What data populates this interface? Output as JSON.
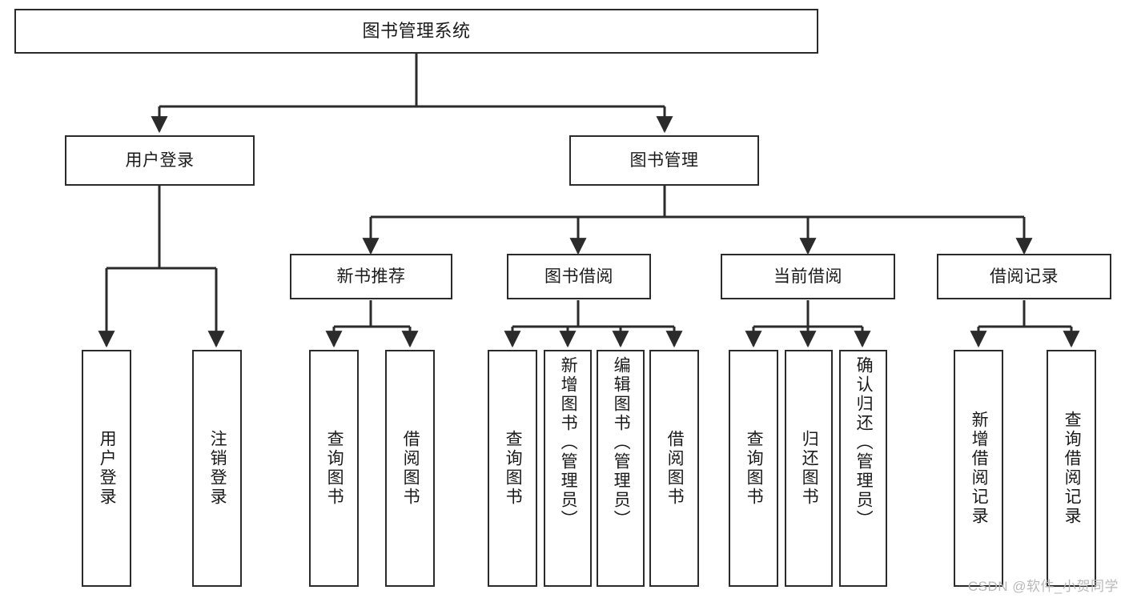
{
  "diagram": {
    "title": "图书管理系统",
    "type": "tree",
    "orientation": "top-down",
    "colors": {
      "node_border": "#2b2b2b",
      "node_fill": "#ffffff",
      "edge": "#2b2b2b",
      "text": "#1a1a1a",
      "watermark": "#b9b9b9",
      "background": "#ffffff"
    },
    "watermark": "CSDN @软件_小贺同学"
  },
  "nodes": {
    "root": {
      "label": "图书管理系统",
      "level": 1
    },
    "level2": [
      {
        "id": "user-login",
        "label": "用户登录",
        "level": 2
      },
      {
        "id": "book-manage",
        "label": "图书管理",
        "level": 2
      }
    ],
    "level3": [
      {
        "id": "new-book-recommend",
        "label": "新书推荐",
        "level": 3,
        "parent": "book-manage"
      },
      {
        "id": "book-borrow",
        "label": "图书借阅",
        "level": 3,
        "parent": "book-manage"
      },
      {
        "id": "current-borrow",
        "label": "当前借阅",
        "level": 3,
        "parent": "book-manage"
      },
      {
        "id": "borrow-record",
        "label": "借阅记录",
        "level": 3,
        "parent": "book-manage"
      }
    ],
    "leaves": [
      {
        "id": "leaf-user-login",
        "label": "用户登录",
        "parent": "user-login",
        "orientation": "vertical",
        "align": "center"
      },
      {
        "id": "leaf-logout",
        "label": "注销登录",
        "parent": "user-login",
        "orientation": "vertical",
        "align": "center"
      },
      {
        "id": "leaf-query-book-1",
        "label": "查询图书",
        "parent": "new-book-recommend",
        "orientation": "vertical",
        "align": "center"
      },
      {
        "id": "leaf-borrow-book-1",
        "label": "借阅图书",
        "parent": "new-book-recommend",
        "orientation": "vertical",
        "align": "center"
      },
      {
        "id": "leaf-query-book-2",
        "label": "查询图书",
        "parent": "book-borrow",
        "orientation": "vertical",
        "align": "center"
      },
      {
        "id": "leaf-add-book",
        "label": "新增图书（管理员）",
        "parent": "book-borrow",
        "orientation": "vertical",
        "align": "top"
      },
      {
        "id": "leaf-edit-book",
        "label": "编辑图书（管理员）",
        "parent": "book-borrow",
        "orientation": "vertical",
        "align": "top"
      },
      {
        "id": "leaf-borrow-book-2",
        "label": "借阅图书",
        "parent": "book-borrow",
        "orientation": "vertical",
        "align": "center"
      },
      {
        "id": "leaf-query-book-3",
        "label": "查询图书",
        "parent": "current-borrow",
        "orientation": "vertical",
        "align": "center"
      },
      {
        "id": "leaf-return-book",
        "label": "归还图书",
        "parent": "current-borrow",
        "orientation": "vertical",
        "align": "center"
      },
      {
        "id": "leaf-confirm-return",
        "label": "确认归还（管理员）",
        "parent": "current-borrow",
        "orientation": "vertical",
        "align": "top"
      },
      {
        "id": "leaf-add-record",
        "label": "新增借阅记录",
        "parent": "borrow-record",
        "orientation": "vertical",
        "align": "center"
      },
      {
        "id": "leaf-query-record",
        "label": "查询借阅记录",
        "parent": "borrow-record",
        "orientation": "vertical",
        "align": "center"
      }
    ]
  }
}
